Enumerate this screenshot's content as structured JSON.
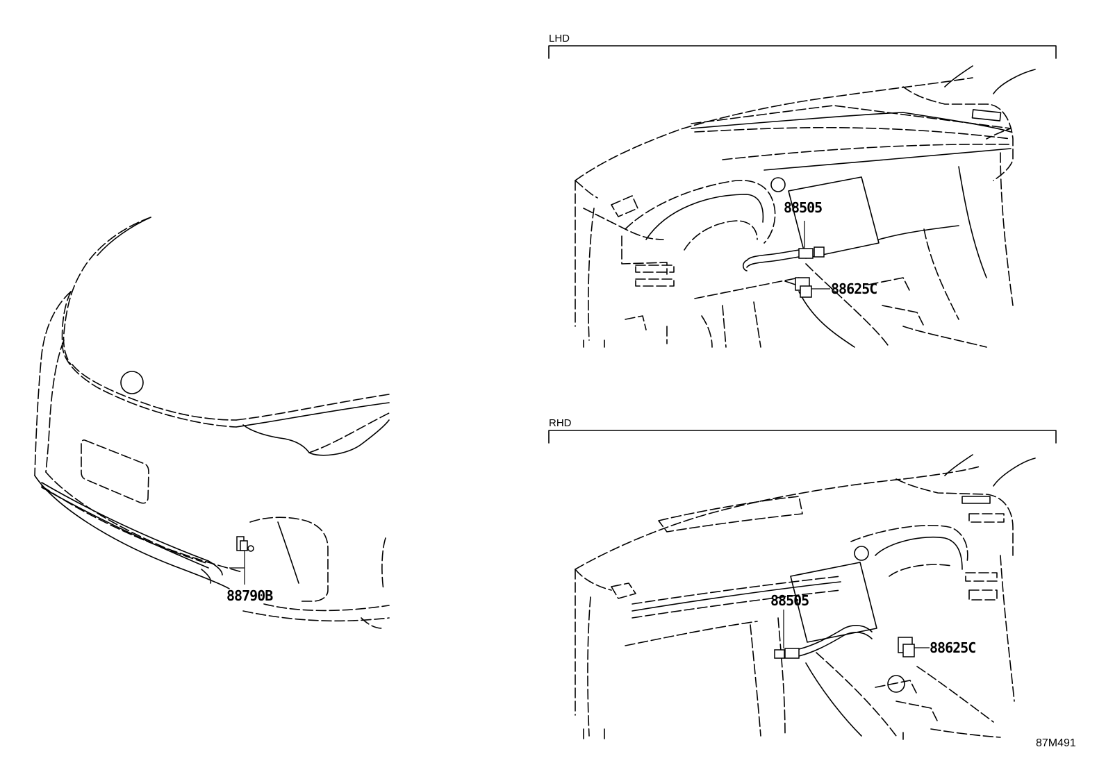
{
  "sections": {
    "lhd_label": "LHD",
    "rhd_label": "RHD"
  },
  "callouts": {
    "front_sensor": "88790B",
    "lhd_harness": "88505",
    "lhd_sensor": "88625C",
    "rhd_harness": "88505",
    "rhd_sensor": "88625C"
  },
  "drawing_id": "87M491"
}
